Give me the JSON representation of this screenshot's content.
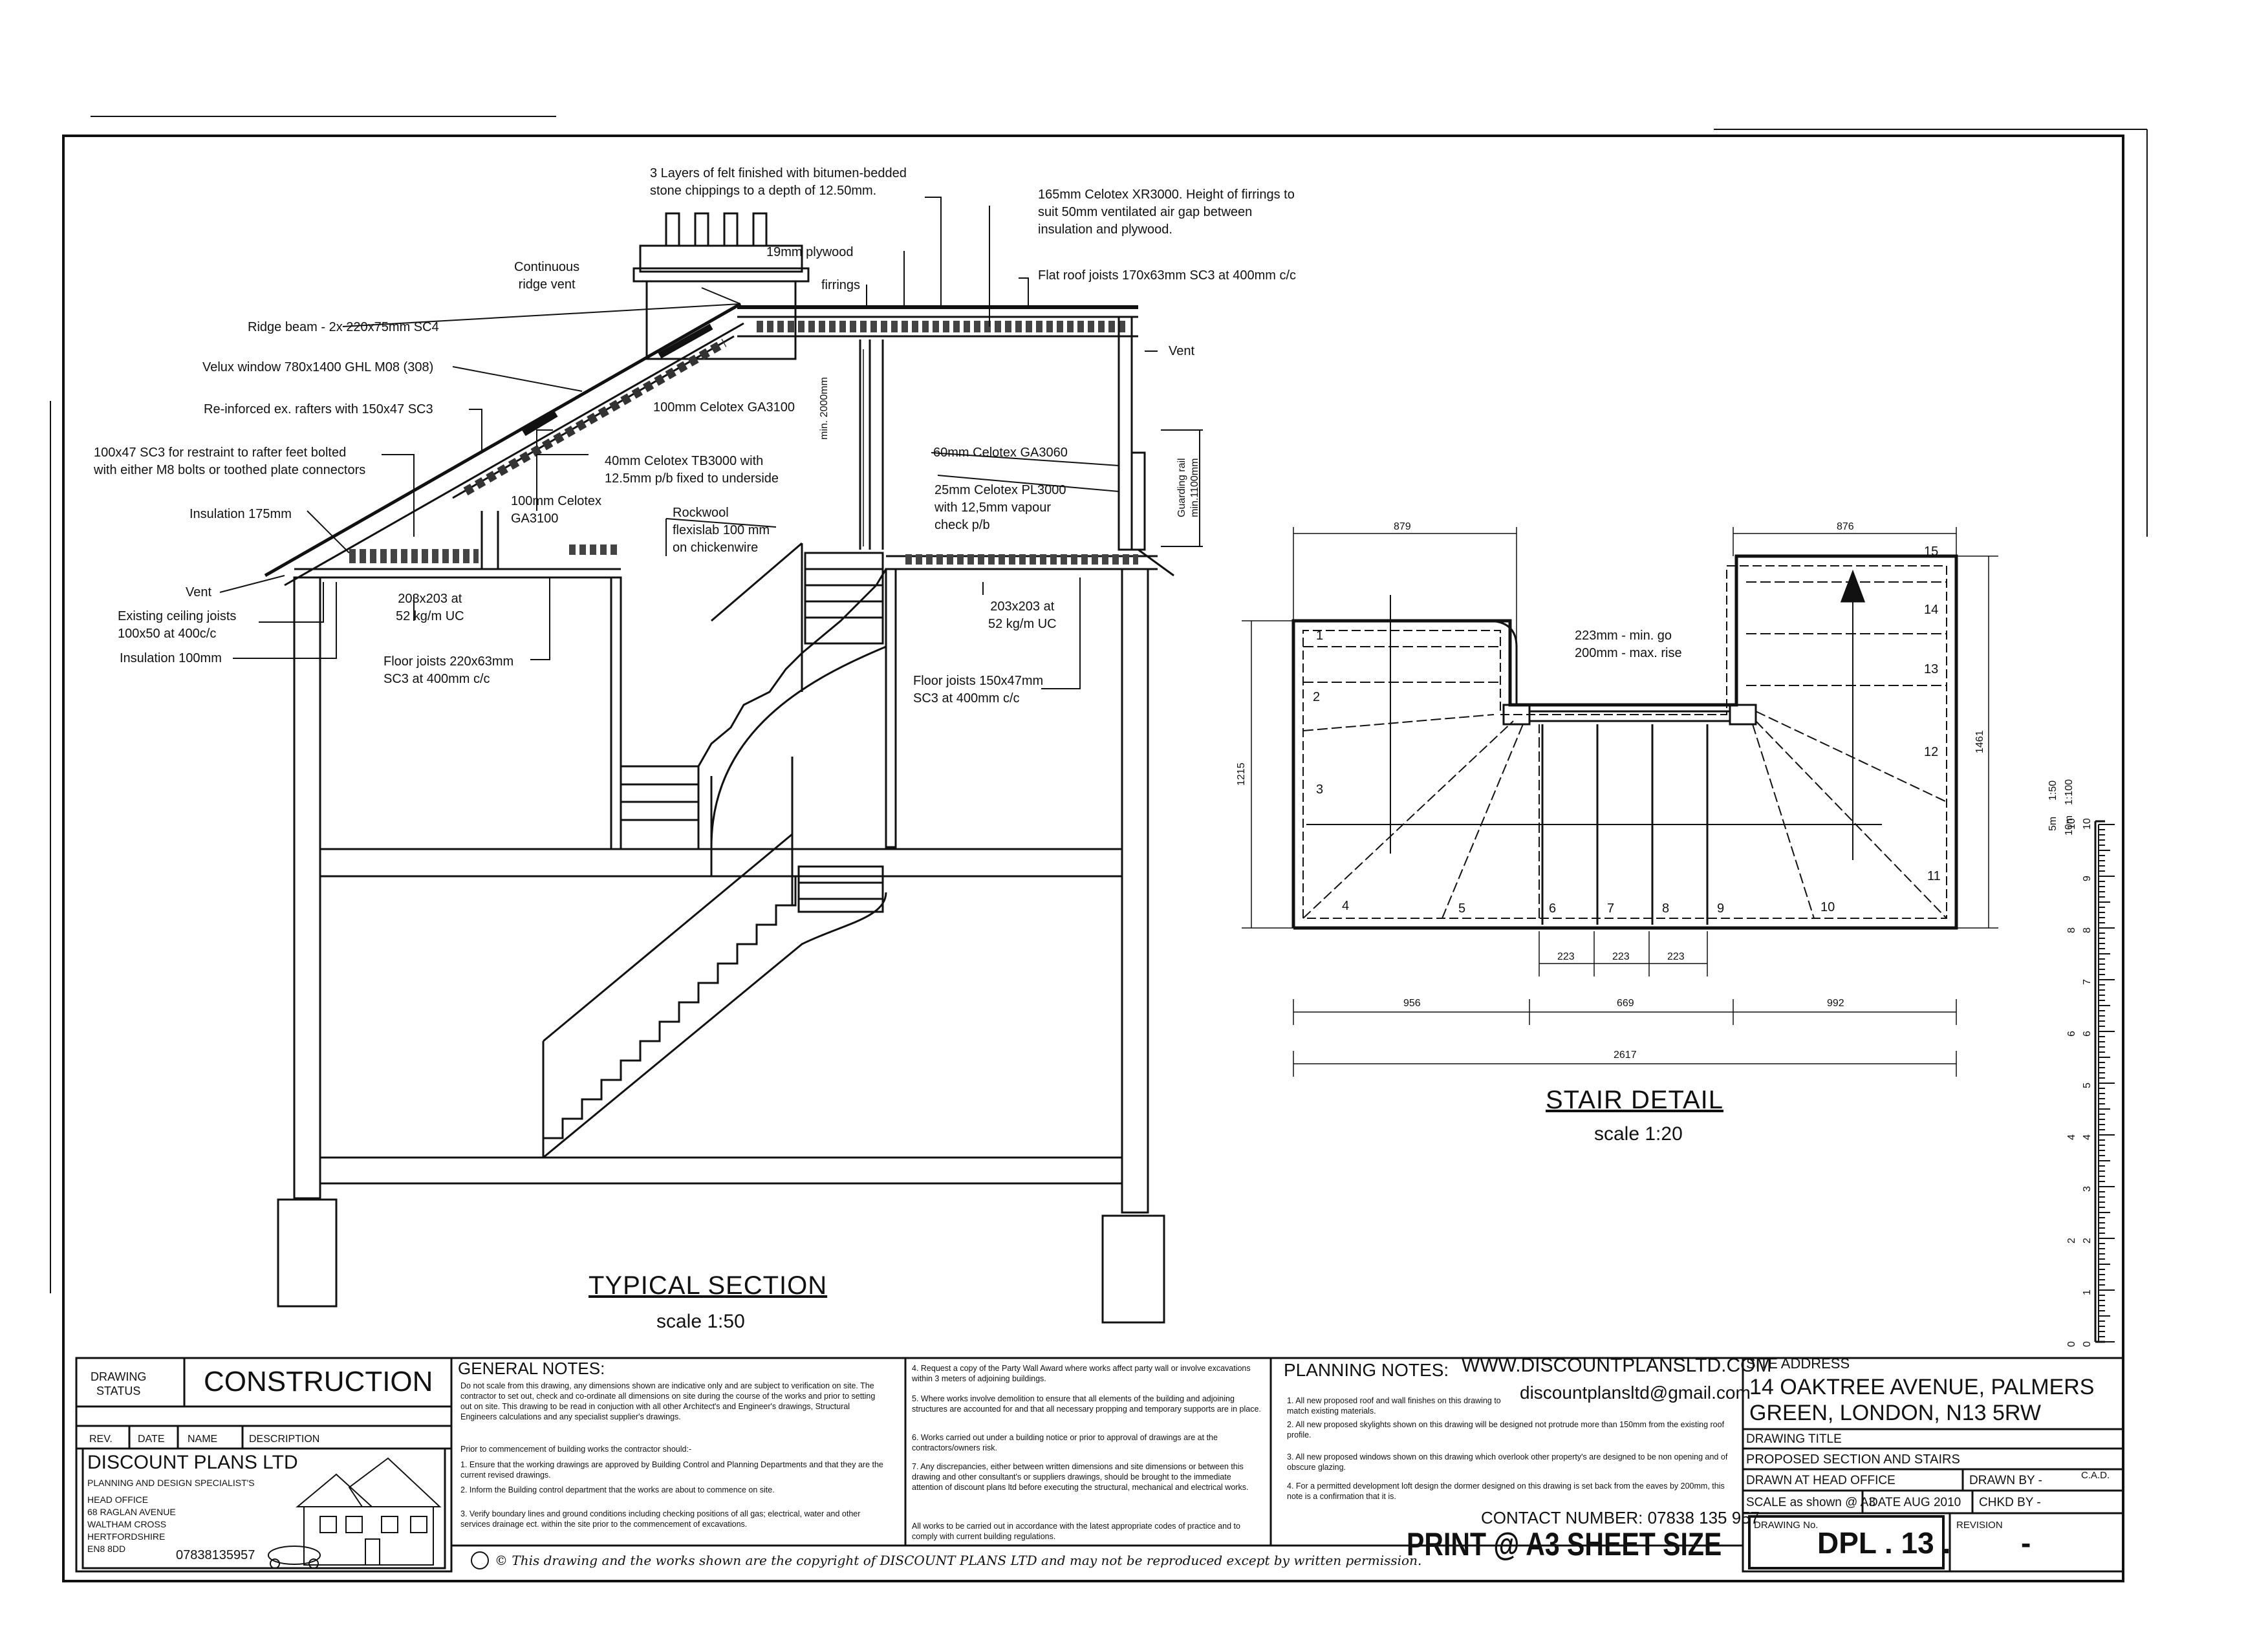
{
  "section": {
    "title": "TYPICAL SECTION",
    "scale": "scale 1:50",
    "annotations": {
      "felt": "3 Layers of felt finished with bitumen-bedded\nstone chippings to a depth of 12.50mm.",
      "celotex_xr": "165mm Celotex XR3000. Height of firrings to\nsuit 50mm ventilated air gap between\ninsulation and plywood.",
      "plywood": "19mm plywood",
      "firrings": "firrings",
      "ridge_vent": "Continuous\nridge vent",
      "flat_joists": "Flat roof joists 170x63mm SC3 at 400mm c/c",
      "ridge_beam": "Ridge beam - 2x 220x75mm SC4",
      "vent_right": "Vent",
      "velux": "Velux window 780x1400 GHL M08 (308)",
      "rafters": "Re-inforced ex. rafters with 150x47 SC3",
      "ga3100_top": "100mm Celotex GA3100",
      "restraint": "100x47 SC3 for restraint to rafter feet bolted\nwith either M8 bolts or toothed plate connectors",
      "tb3000": "40mm Celotex TB3000 with\n12.5mm p/b fixed to underside",
      "ga3060": "60mm Celotex GA3060",
      "insulation175": "Insulation 175mm",
      "ga3100_low": "100mm Celotex\nGA3100",
      "rockwool": "Rockwool\nflexislab 100 mm\non chickenwire",
      "pl3000": "25mm Celotex PL3000\nwith 12,5mm vapour\ncheck p/b",
      "vent_left": "Vent",
      "ceiling_joists": "Existing ceiling joists\n100x50 at 400c/c",
      "uc_left": "203x203 at\n52 kg/m UC",
      "uc_right": "203x203 at\n52 kg/m UC",
      "insulation100": "Insulation 100mm",
      "floor_joists_left": "Floor joists 220x63mm\nSC3 at 400mm c/c",
      "floor_joists_right": "Floor joists 150x47mm\nSC3 at 400mm c/c",
      "min_height": "min. 2000mm",
      "guarding": "Guarding rail\nmin.1100mm"
    }
  },
  "stair": {
    "title": "STAIR DETAIL",
    "scale": "scale 1:20",
    "going": "223mm - min. go\n200mm - max. rise",
    "dims": {
      "top_left": "879",
      "top_right": "876",
      "left_height": "1215",
      "right_height": "1461",
      "tread1": "223",
      "tread2": "223",
      "tread3": "223",
      "bot_left": "956",
      "bot_mid": "669",
      "bot_right": "992",
      "overall": "2617"
    },
    "steps": [
      "1",
      "2",
      "3",
      "4",
      "5",
      "6",
      "7",
      "8",
      "9",
      "10",
      "11",
      "12",
      "13",
      "14",
      "15"
    ]
  },
  "scale_bar": {
    "label_50": "1:50",
    "label_100": "1:100",
    "units_50": "5m",
    "units_100": "10m",
    "ticks": [
      "0",
      "1",
      "2",
      "3",
      "4",
      "5",
      "6",
      "7",
      "8",
      "9",
      "10"
    ],
    "ticks_half": [
      "0",
      "2",
      "4",
      "6",
      "8",
      "10"
    ]
  },
  "title_block": {
    "drawing_status_label": "DRAWING\nSTATUS",
    "drawing_status": "CONSTRUCTION",
    "rev_headers": [
      "REV.",
      "DATE",
      "NAME",
      "DESCRIPTION"
    ],
    "company": "DISCOUNT PLANS LTD",
    "tagline": "PLANNING AND DESIGN SPECIALIST'S",
    "address": "HEAD OFFICE\n68 RAGLAN AVENUE\nWALTHAM CROSS\nHERTFORDSHIRE\nEN8 8DD",
    "phone": "07838135957",
    "general_title": "GENERAL NOTES:",
    "general_intro": "Do not scale from this drawing, any dimensions shown are indicative only and are subject to verification on site. The contractor to set out, check and co-ordinate all dimensions on site during the course of the works and prior to setting out on site. This drawing to be read in conjuction with all other Architect's and Engineer's drawings, Structural Engineers calculations and any specialist supplier's drawings.",
    "general_prior": "Prior to commencement of building works the contractor should:-",
    "general_items": [
      "1. Ensure that the working drawings are approved by Building Control and Planning Departments and that they are the current revised drawings.",
      "2. Inform the Building control department that the works are about to commence on site.",
      "3. Verify boundary lines and ground conditions including checking positions of all gas; electrical, water and other services drainage ect. within the site prior to the commencement of excavations."
    ],
    "general_items2": [
      "4. Request a copy of the Party Wall Award where works affect party wall or involve excavations within 3 meters of adjoining buildings.",
      "5. Where works involve demolition to ensure that all elements of the building and adjoining structures are accounted for and that all necessary propping and temporary supports are in place.",
      "6. Works carried out under a building notice or prior to approval of drawings are at the contractors/owners risk.",
      "7. Any discrepancies, either between written dimensions and site dimensions or between this drawing and other consultant's or suppliers drawings, should be brought to the immediate attention of discount plans ltd before executing the structural, mechanical and electrical works.",
      "All works to be carried out in accordance with the latest appropriate codes of practice and to comply with current building regulations."
    ],
    "copyright": "© This drawing and the works shown are the copyright of DISCOUNT PLANS LTD and may not be reproduced except by written permission.",
    "planning_title": "PLANNING NOTES:",
    "website": "WWW.DISCOUNTPLANSLTD.COM",
    "email": "discountplansltd@gmail.com",
    "planning_items": [
      "1. All new proposed roof and wall finishes on this drawing to match existing materials.",
      "2. All new proposed skylights shown on this drawing will be designed not protrude more than 150mm from the existing roof profile.",
      "3. All new proposed windows shown on this drawing which overlook other property's are designed to be non opening and of obscure glazing.",
      "4. For a permitted development loft design the dormer designed on this drawing is set back from the eaves by 200mm, this note is a confirmation that it is."
    ],
    "contact": "CONTACT NUMBER: 07838 135 957",
    "print_note": "PRINT @ A3 SHEET SIZE",
    "site_address_label": "SITE ADDRESS",
    "site_address": "14 OAKTREE AVENUE, PALMERS\nGREEN, LONDON, N13 5RW",
    "drawing_title_label": "DRAWING TITLE",
    "drawing_title": "PROPOSED SECTION AND STAIRS",
    "drawn_at": "DRAWN AT HEAD OFFICE",
    "drawn_by": "DRAWN BY -",
    "cad": "C.A.D.",
    "scale": "SCALE as shown @ A3",
    "date": "DATE AUG 2010",
    "chkd_by": "CHKD BY -",
    "drawing_no_label": "DRAWING No.",
    "drawing_no": "DPL . 13 .",
    "revision_label": "REVISION",
    "revision": "-"
  }
}
